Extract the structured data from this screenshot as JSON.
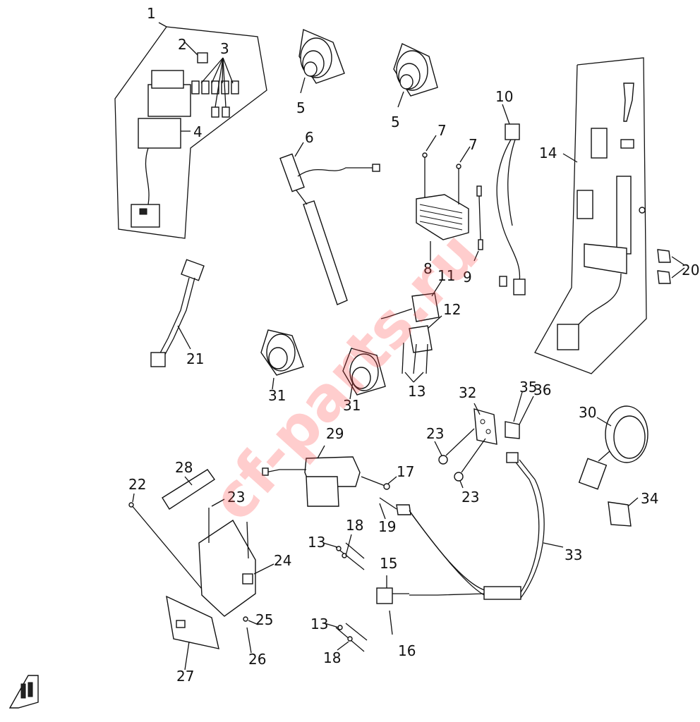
{
  "watermark": "cf-parts.ru",
  "colors": {
    "line": "#111111",
    "watermark": "#ff4d4d",
    "background": "#ffffff"
  },
  "callouts": {
    "c1": "1",
    "c2": "2",
    "c3": "3",
    "c4": "4",
    "c5a": "5",
    "c5b": "5",
    "c6": "6",
    "c7a": "7",
    "c7b": "7",
    "c8": "8",
    "c9": "9",
    "c10": "10",
    "c11": "11",
    "c12": "12",
    "c13a": "13",
    "c13b": "13",
    "c13c": "13",
    "c14": "14",
    "c15": "15",
    "c16": "16",
    "c17": "17",
    "c18a": "18",
    "c18b": "18",
    "c19": "19",
    "c20": "20",
    "c21": "21",
    "c22": "22",
    "c23a": "23",
    "c23b": "23",
    "c23c": "23",
    "c24": "24",
    "c25": "25",
    "c26": "26",
    "c27": "27",
    "c28": "28",
    "c29": "29",
    "c30": "30",
    "c31a": "31",
    "c31b": "31",
    "c32": "32",
    "c33": "33",
    "c34": "34",
    "c35": "35",
    "c36": "36"
  }
}
